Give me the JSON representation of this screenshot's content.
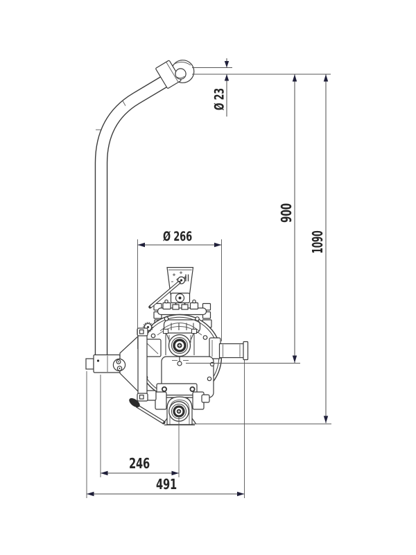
{
  "drawing": {
    "type": "technical-dimension-drawing",
    "dimensions": {
      "spigot_diameter": "Ø 23",
      "drop_height": "900",
      "overall_height": "1090",
      "body_diameter": "Ø 266",
      "arm_offset_width": "246",
      "overall_width": "491"
    },
    "colors": {
      "background": "#ffffff",
      "outline": "#3a3a3a",
      "detail_line": "#5a5a5a",
      "dimension_line": "#4a4a4a",
      "arrowhead": "#20203a",
      "dimension_text": "#262626"
    }
  }
}
